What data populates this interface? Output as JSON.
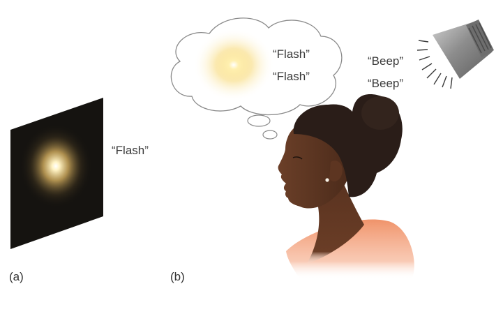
{
  "panel_a": {
    "label": "(a)",
    "caption": "“Flash”"
  },
  "panel_b": {
    "label": "(b)",
    "thought": [
      "“Flash”",
      "“Flash”"
    ],
    "sound": [
      "“Beep”",
      "“Beep”"
    ]
  },
  "icons": [
    "flash-screen-icon",
    "thought-bubble-icon",
    "speaker-icon",
    "person-profile"
  ],
  "colors": {
    "flash_core": "#fffbe6",
    "flash_glow": "#f2c94c",
    "skin": "#5a3320",
    "hair": "#2a1d18",
    "shirt": "#f2a07a",
    "screen": "#151310",
    "speaker": "#8a8a8a"
  }
}
